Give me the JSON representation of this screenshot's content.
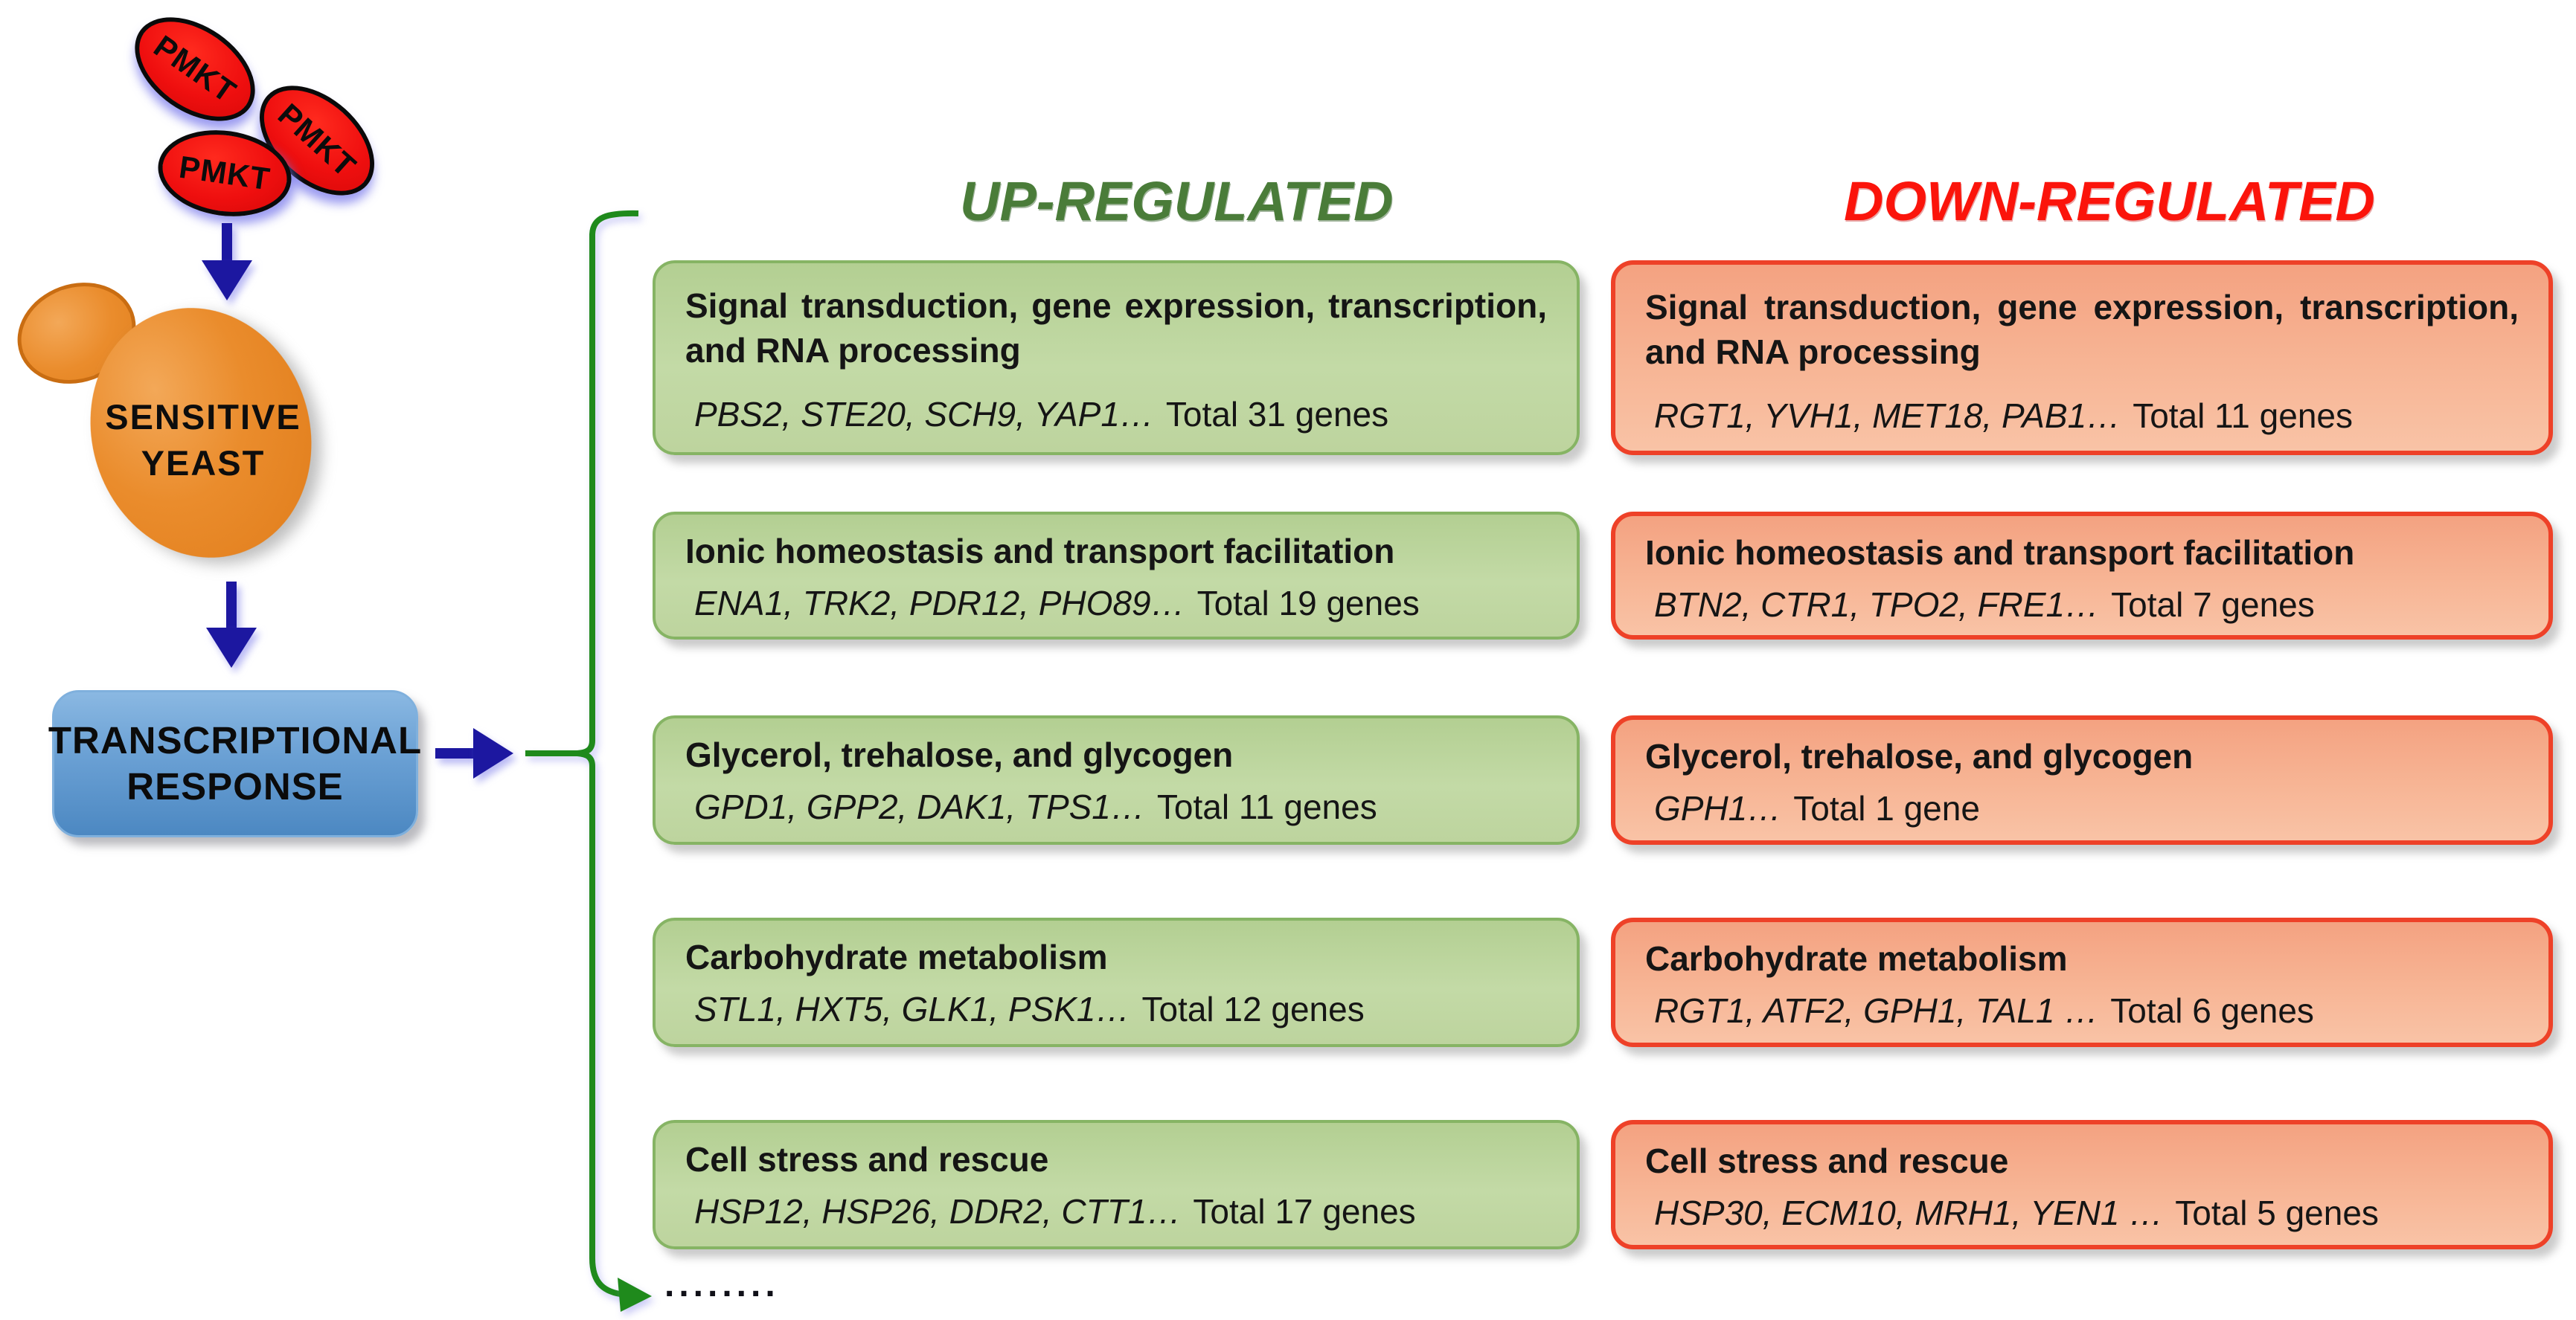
{
  "diagram": {
    "toxin_label": "PMKT",
    "cell_label_line1": "SENSITIVE",
    "cell_label_line2": "YEAST",
    "response_line1": "TRANSCRIPTIONAL",
    "response_line2": "RESPONSE",
    "continuation_dots": "........"
  },
  "columns": {
    "up": {
      "header": "UP-REGULATED",
      "rows": [
        {
          "title": "Signal transduction, gene expression, transcription, and RNA processing",
          "genes": "PBS2, STE20, SCH9, YAP1…",
          "total": "Total 31 genes"
        },
        {
          "title": "Ionic homeostasis and transport facilitation",
          "genes": "ENA1, TRK2, PDR12, PHO89…",
          "total": "Total 19 genes"
        },
        {
          "title": "Glycerol, trehalose, and glycogen",
          "genes": "GPD1, GPP2, DAK1, TPS1…",
          "total": "Total 11 genes"
        },
        {
          "title": "Carbohydrate metabolism",
          "genes": "STL1, HXT5, GLK1, PSK1…",
          "total": "Total 12 genes"
        },
        {
          "title": "Cell stress and rescue",
          "genes": "HSP12, HSP26, DDR2, CTT1…",
          "total": "Total 17 genes"
        }
      ]
    },
    "down": {
      "header": "DOWN-REGULATED",
      "rows": [
        {
          "title": "Signal transduction, gene expression, transcription, and RNA processing",
          "genes": "RGT1, YVH1, MET18, PAB1…",
          "total": "Total 11 genes"
        },
        {
          "title": "Ionic homeostasis and transport facilitation",
          "genes": "BTN2, CTR1, TPO2, FRE1…",
          "total": "Total 7 genes"
        },
        {
          "title": "Glycerol, trehalose, and glycogen",
          "genes": "GPH1…",
          "total": "Total 1 gene"
        },
        {
          "title": "Carbohydrate metabolism",
          "genes": "RGT1, ATF2, GPH1, TAL1 …",
          "total": "Total 6 genes"
        },
        {
          "title": "Cell stress and rescue",
          "genes": "HSP30, ECM10, MRH1, YEN1 …",
          "total": "Total 5 genes"
        }
      ]
    }
  },
  "colors": {
    "up_header": "#4a7c39",
    "down_header": "#fb140b",
    "up_box_fill": "#bcd69e",
    "up_box_border": "#86b464",
    "down_box_fill": "#f6ab89",
    "down_box_border": "#ee4128",
    "response_box_fill": "#5e97cc",
    "toxin_fill": "#ee1111",
    "yeast_fill": "#e88f2f",
    "arrow_navy": "#1c17a0",
    "bracket_green": "#1f8a1c"
  }
}
